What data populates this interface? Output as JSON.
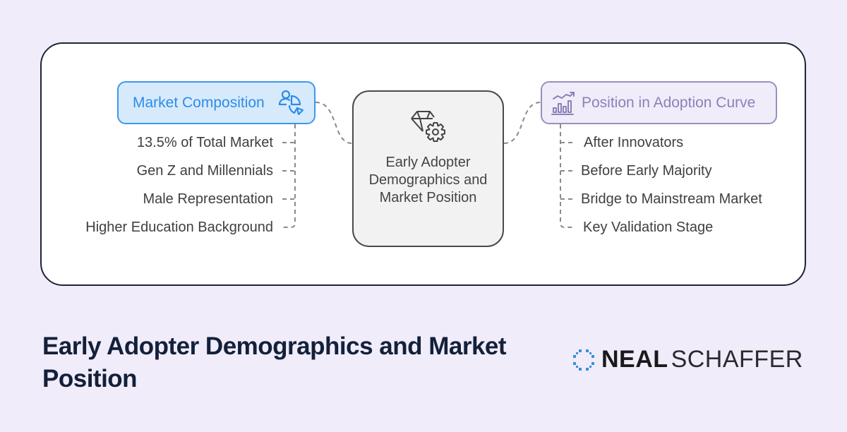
{
  "diagram": {
    "center": {
      "label": "Early Adopter Demographics and Market Position",
      "icon": "diamond-gear-icon"
    },
    "left_branch": {
      "label": "Market Composition",
      "icon": "people-pie-chart-icon",
      "color": "#3b98ee",
      "fill": "#d7eafc",
      "items": [
        "13.5% of Total Market",
        "Gen Z and Millennials",
        "Male Representation",
        "Higher Education Background"
      ]
    },
    "right_branch": {
      "label": "Position in Adoption Curve",
      "icon": "growth-bar-chart-icon",
      "color": "#9a8fbd",
      "fill": "#f0ecfa",
      "items": [
        "After Innovators",
        "Before Early Majority",
        "Bridge to Mainstream Market",
        "Key Validation Stage"
      ]
    }
  },
  "footer": {
    "title": "Early Adopter Demographics and Market Position",
    "brand_bold": "NEAL",
    "brand_light": "SCHAFFER",
    "brand_color": "#3b8fd9"
  },
  "colors": {
    "background": "#f0ecfa",
    "card_border": "#1e2535",
    "title": "#13203a"
  }
}
